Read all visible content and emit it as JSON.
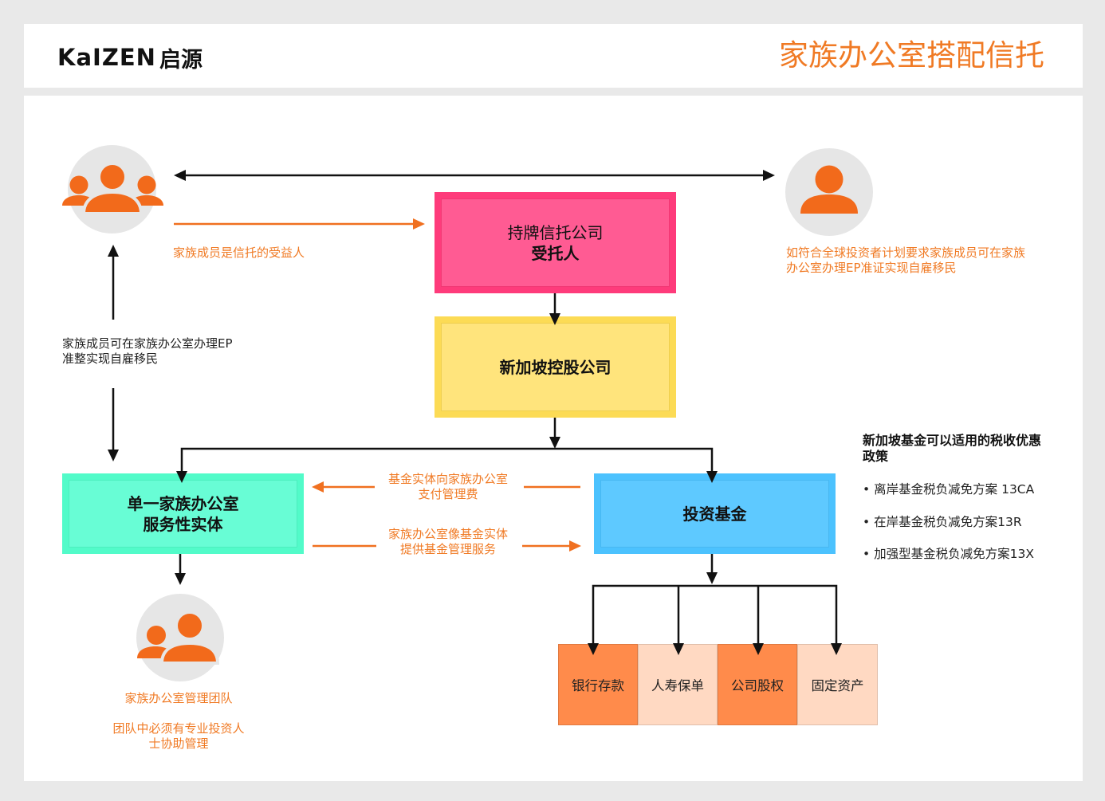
{
  "header": {
    "logo_en": "KaIZEN",
    "logo_cn": "启源",
    "title": "家族办公室搭配信托"
  },
  "colors": {
    "accent": "#f07a24",
    "arrow_dark": "#111111",
    "arrow_accent": "#f07020",
    "icon": "#f26a1b",
    "icon_bg": "#e6e6e6",
    "trustee": "#fe3b7b",
    "holding": "#fcdb55",
    "family_office": "#52fbc9",
    "fund": "#4cc2fe"
  },
  "icons": {
    "family_members": "users-group-icon",
    "global_investor": "user-icon",
    "management_team": "users-pair-icon"
  },
  "nodes": {
    "trustee": {
      "line1": "持牌信托公司",
      "line2": "受托人"
    },
    "holding": {
      "label": "新加坡控股公司"
    },
    "family_office": {
      "line1": "单一家族办公室",
      "line2": "服务性实体"
    },
    "fund": {
      "label": "投资基金"
    },
    "assets": [
      {
        "label": "银行存款",
        "fill": "#ff8b4b"
      },
      {
        "label": "人寿保单",
        "fill": "#ffd9c2"
      },
      {
        "label": "公司股权",
        "fill": "#ff8b4b"
      },
      {
        "label": "固定资产",
        "fill": "#ffd9c2"
      }
    ]
  },
  "annotations": {
    "beneficiary": "家族成员是信托的受益人",
    "global_investor": [
      "如符合全球投资者计划要求家族成员可在家族",
      "办公室办理EP准证实现自雇移民"
    ],
    "ep_immigration": [
      "家族成员可在家族办公室办理EP",
      "准整实现自雇移民"
    ],
    "management_fee": [
      "基金实体向家族办公室",
      "支付管理费"
    ],
    "management_service": [
      "家族办公室像基金实体",
      "提供基金管理服务"
    ],
    "team_title": "家族办公室管理团队",
    "team_requirement": [
      "团队中必须有专业投资人",
      "士协助管理"
    ]
  },
  "tax_policy": {
    "title": [
      "新加坡基金可以适用的税收优惠",
      "政策"
    ],
    "bullet": "•",
    "items": [
      "离岸基金税负减免方案 13CA",
      "在岸基金税负减免方案13R",
      "加强型基金税负减免方案13X"
    ]
  }
}
